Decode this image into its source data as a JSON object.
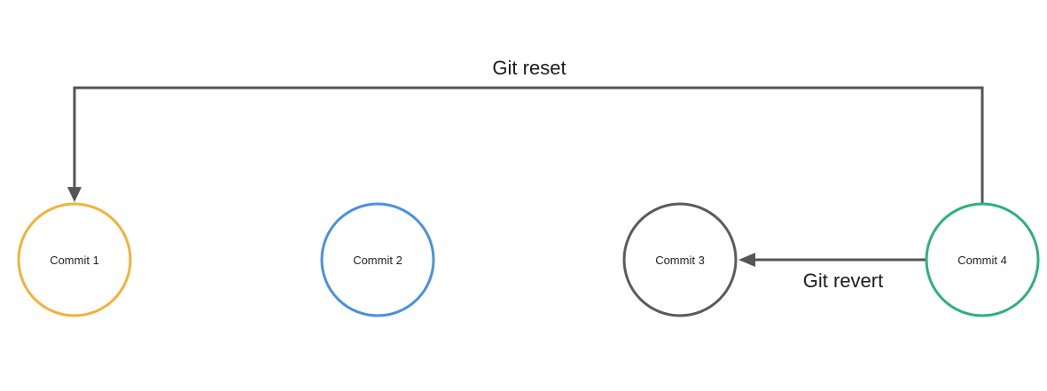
{
  "diagram": {
    "commits": [
      {
        "id": "c1",
        "label": "Commit 1",
        "color": "#F2B23A"
      },
      {
        "id": "c2",
        "label": "Commit 2",
        "color": "#4A90E2"
      },
      {
        "id": "c3",
        "label": "Commit 3",
        "color": "#5B5B5B"
      },
      {
        "id": "c4",
        "label": "Commit 4",
        "color": "#2BB27A"
      }
    ],
    "edges": {
      "reset_label": "Git reset",
      "revert_label": "Git revert",
      "line_color": "#555555"
    }
  }
}
